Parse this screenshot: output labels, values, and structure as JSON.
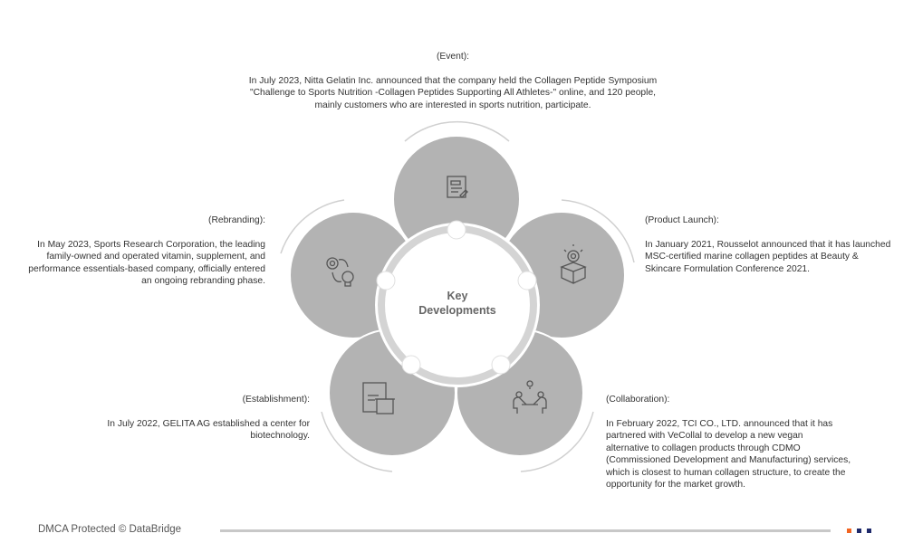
{
  "center_label": [
    "Key",
    "Developments"
  ],
  "developments": {
    "event": {
      "title": "(Event):",
      "lines": [
        "In July 2023, Nitta Gelatin Inc. announced that the company held the Collagen Peptide Symposium",
        "\"Challenge to Sports Nutrition -Collagen Peptides Supporting All Athletes-\" online, and 120 people,",
        "mainly customers who are interested in sports nutrition, participate."
      ]
    },
    "rebranding": {
      "title": "(Rebranding):",
      "lines": [
        "In May 2023, Sports Research Corporation, the leading",
        "family-owned and operated vitamin, supplement, and",
        "performance essentials-based company, officially entered",
        "an ongoing rebranding phase."
      ]
    },
    "product_launch": {
      "title": "(Product Launch):",
      "lines": [
        "In January 2021, Rousselot announced that it has launched",
        "MSC-certified marine collagen peptides at Beauty &",
        "Skincare Formulation Conference 2021."
      ]
    },
    "establishment": {
      "title": "(Establishment):",
      "lines": [
        "In July 2022, GELITA AG established a center for",
        "biotechnology."
      ]
    },
    "collaboration": {
      "title": "(Collaboration):",
      "lines": [
        "In February 2022, TCI CO., LTD. announced that it has",
        "partnered with VeCollal to develop a new vegan",
        "alternative to collagen products through CDMO",
        "(Commissioned Development and Manufacturing) services,",
        "which is closest to human collagen structure, to create the",
        "opportunity for the market growth."
      ]
    }
  },
  "footer": {
    "text": "DMCA Protected © DataBridge",
    "squares": [
      "#f26522",
      "#1f2a6b",
      "#1f2a6b"
    ]
  },
  "colors": {
    "petal": "#b3b3b3",
    "ring": "#d4d4d4",
    "arc": "#cfcfcf",
    "icon": "#555555"
  }
}
